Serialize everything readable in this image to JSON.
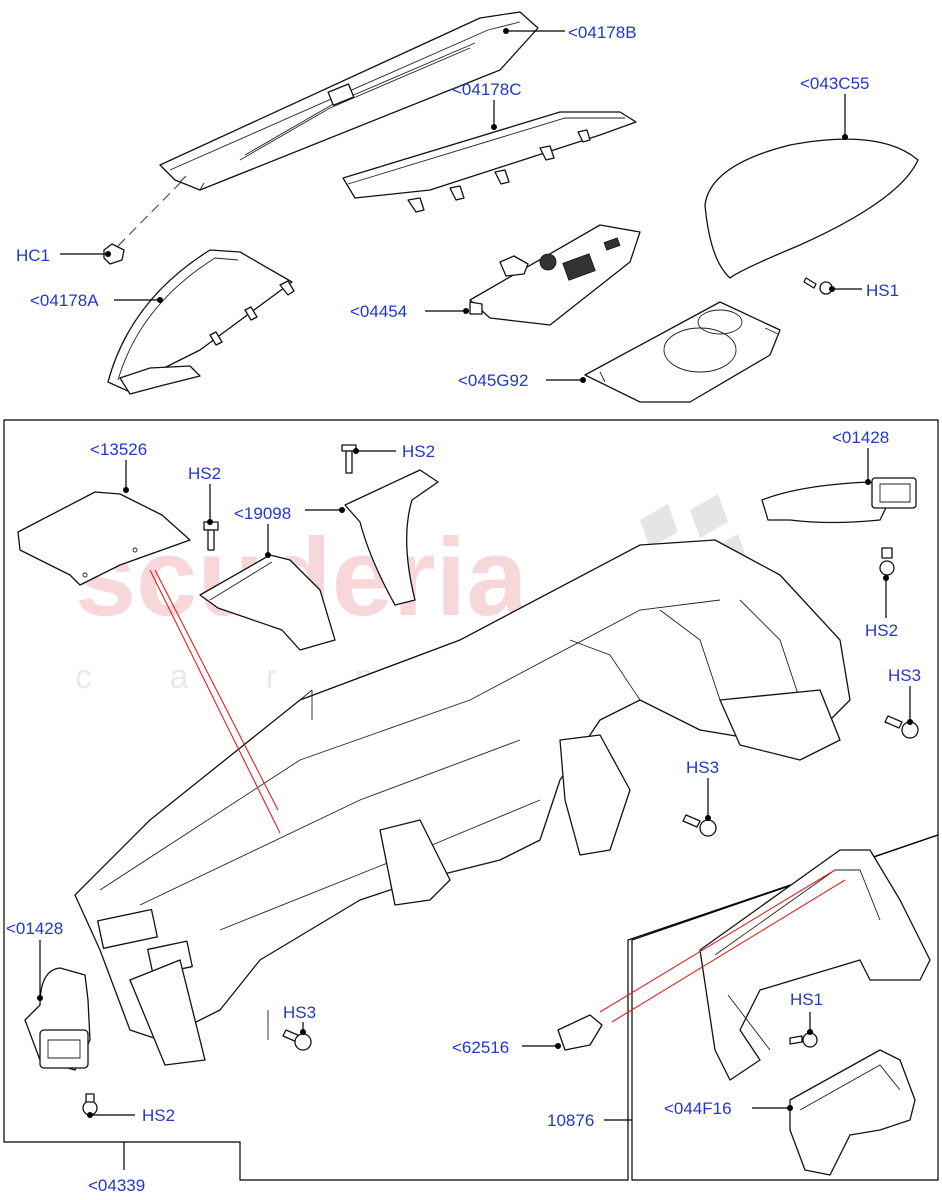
{
  "watermark": {
    "brand": "scuderia",
    "sub": "c a r   p a r t s"
  },
  "callouts": {
    "c04178B": "<04178B",
    "c04178C": "<04178C",
    "c043C55": "<043C55",
    "hc1": "HC1",
    "c04178A": "<04178A",
    "c04454": "<04454",
    "hs1_top": "HS1",
    "c045G92": "<045G92",
    "c13526": "<13526",
    "hs2_a": "HS2",
    "c19098": "<19098",
    "hs2_b": "HS2",
    "c01428_right": "<01428",
    "hs2_right": "HS2",
    "hs3_right": "HS3",
    "hs3_mid": "HS3",
    "c01428_left": "<01428",
    "hs3_bottom": "HS3",
    "hs2_bottom": "HS2",
    "c62516": "<62516",
    "hs1_inset": "HS1",
    "c10876": "10876",
    "c044F16": "<044F16",
    "c04339": "<04339"
  },
  "colors": {
    "label": "#2238c8",
    "line": "#000000",
    "highlight": "#e02020",
    "watermark": "#f3b8bf"
  }
}
